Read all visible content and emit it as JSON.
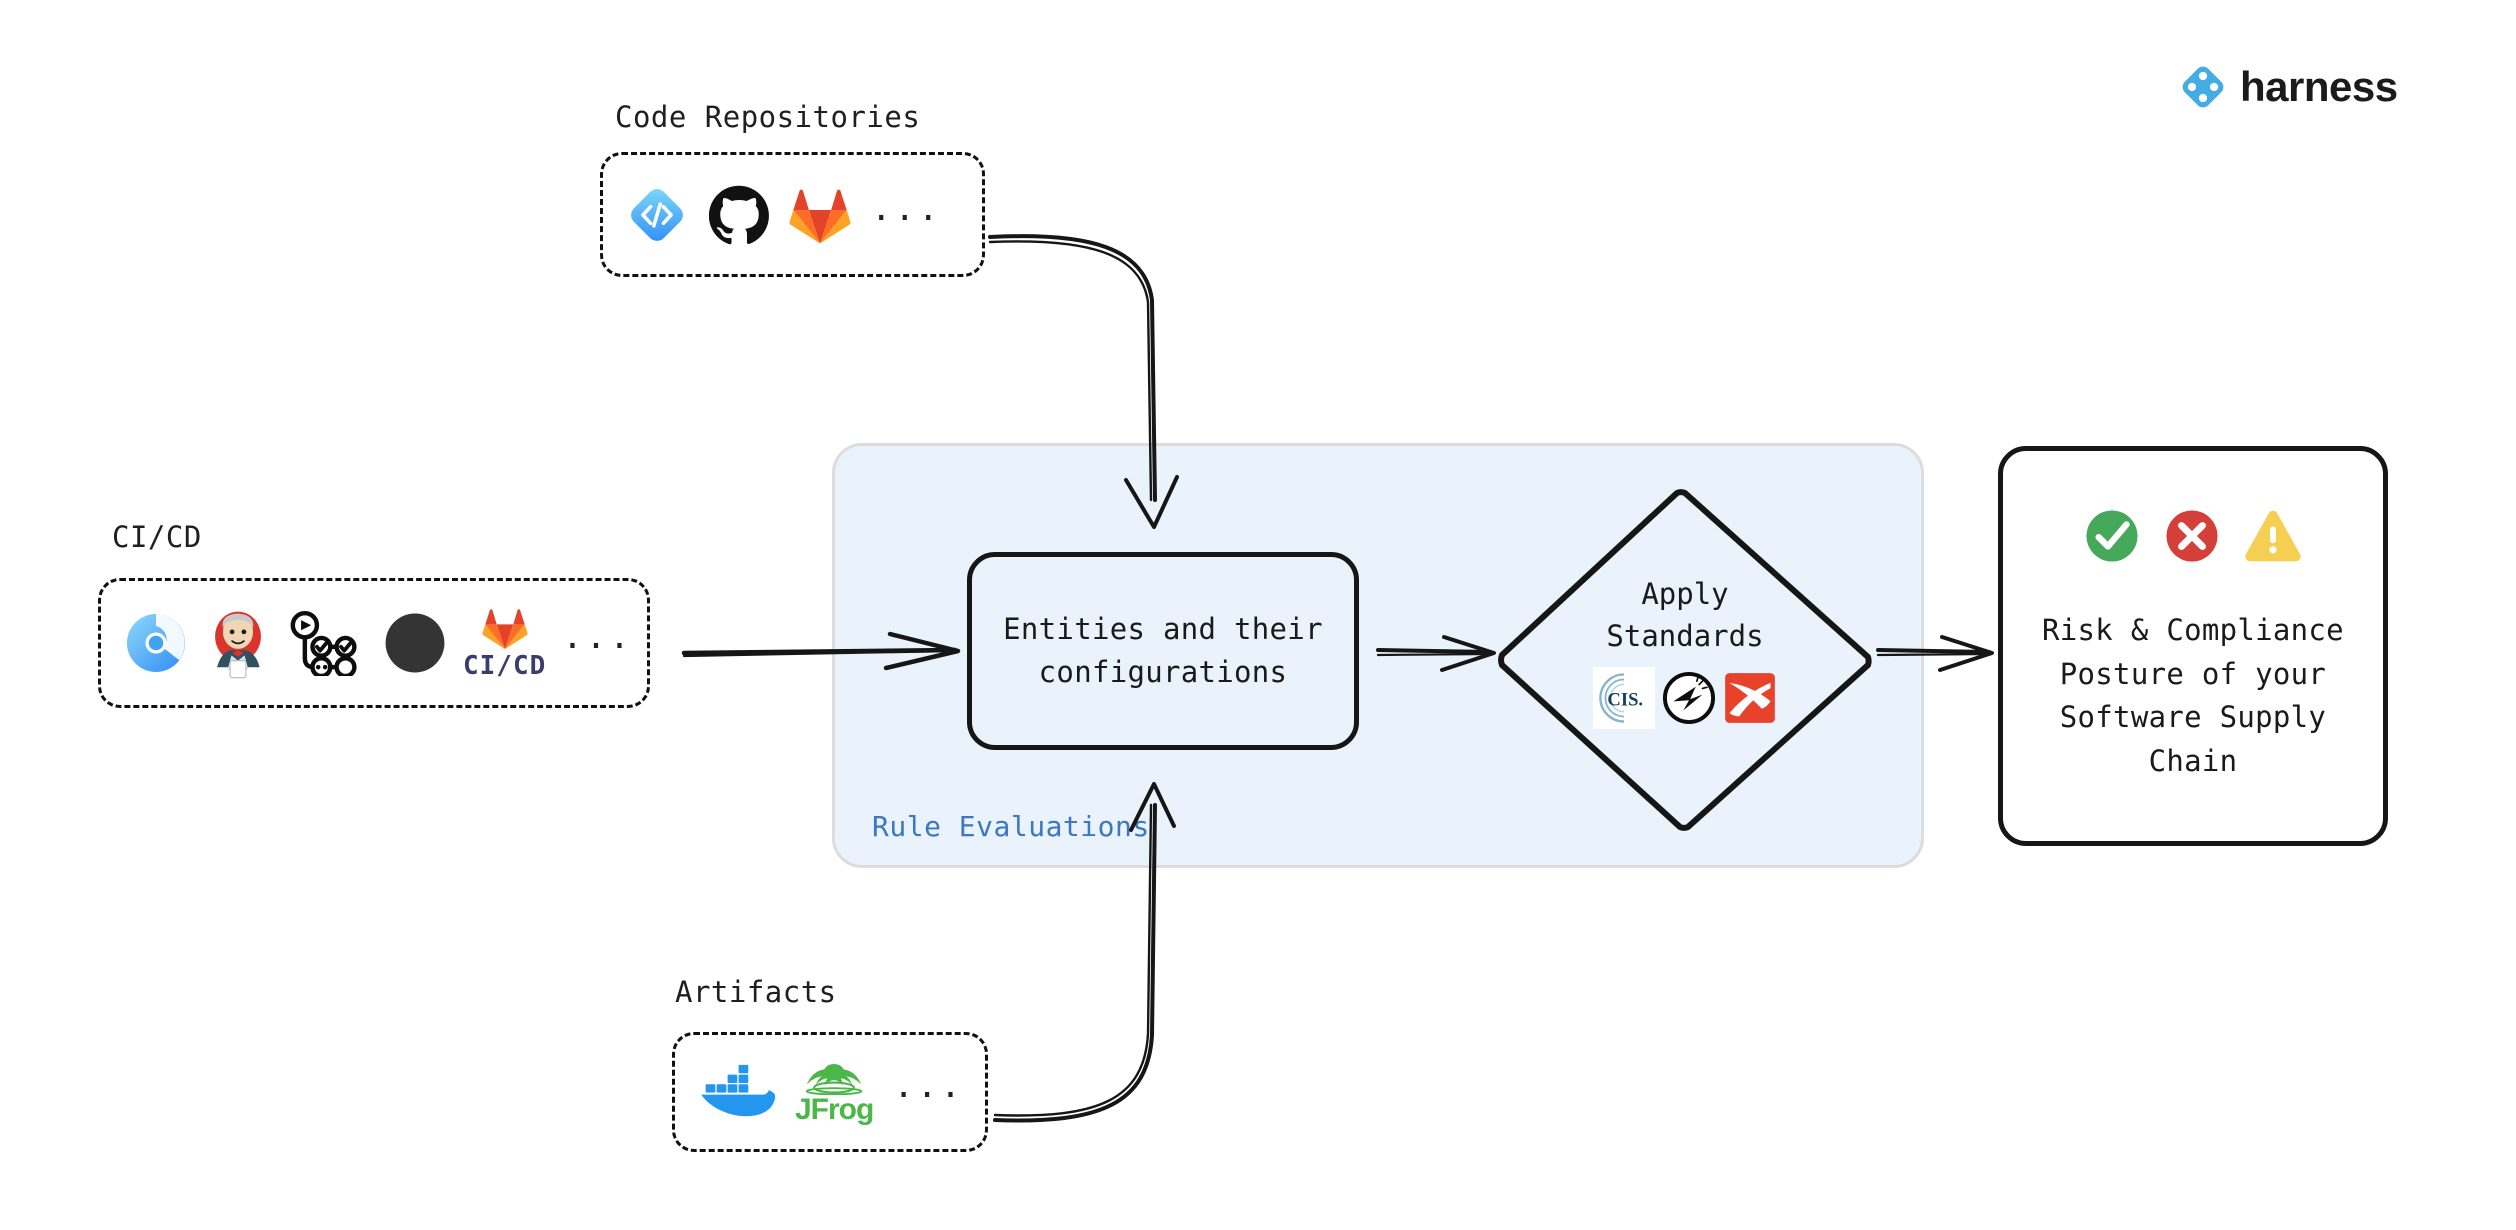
{
  "brand": {
    "name": "harness",
    "logo_icon": "harness-diamond-logo-icon",
    "color": "#42ace3"
  },
  "groups": [
    {
      "id": "code-repositories",
      "label": "Code Repositories",
      "more_indicator": "...",
      "tools": [
        {
          "name": "harness-code-icon",
          "label": "Harness Code"
        },
        {
          "name": "github-icon",
          "label": "GitHub"
        },
        {
          "name": "gitlab-icon",
          "label": "GitLab"
        }
      ]
    },
    {
      "id": "ci-cd",
      "label": "CI/CD",
      "more_indicator": "...",
      "tools": [
        {
          "name": "harness-ci-icon",
          "label": "Harness CI"
        },
        {
          "name": "jenkins-icon",
          "label": "Jenkins"
        },
        {
          "name": "github-actions-icon",
          "label": "GitHub Actions"
        },
        {
          "name": "circleci-icon",
          "label": "CircleCI"
        },
        {
          "name": "gitlab-cicd-icon",
          "label": "GitLab CI/CD",
          "text": "CI/CD"
        }
      ]
    },
    {
      "id": "artifacts",
      "label": "Artifacts",
      "more_indicator": "...",
      "tools": [
        {
          "name": "docker-icon",
          "label": "Docker"
        },
        {
          "name": "jfrog-icon",
          "label": "JFrog",
          "text": "JFrog"
        }
      ]
    }
  ],
  "rule_panel": {
    "label": "Rule Evaluations",
    "label_color": "#3b77c2",
    "background": "#eaf3fc",
    "border_color": "#dcdcdc"
  },
  "entities_node": {
    "text": "Entities and their\nconfigurations"
  },
  "standards_node": {
    "text": "Apply\nStandards",
    "standards": [
      {
        "name": "cis-icon",
        "label": "CIS",
        "text": "CIS."
      },
      {
        "name": "slsa-icon",
        "label": "SLSA"
      },
      {
        "name": "owasp-icon",
        "label": "OWASP"
      }
    ]
  },
  "result_node": {
    "text": "Risk & Compliance\nPosture of your\nSoftware Supply\nChain",
    "statuses": [
      {
        "name": "success-check-icon",
        "label": "Pass",
        "color": "#45a85a"
      },
      {
        "name": "error-cross-icon",
        "label": "Fail",
        "color": "#d43f3a"
      },
      {
        "name": "warning-triangle-icon",
        "label": "Warning",
        "color": "#f5cf52"
      }
    ]
  },
  "connectors": [
    {
      "name": "code-repos-to-entities-arrow",
      "from": "code-repositories",
      "to": "entities"
    },
    {
      "name": "cicd-to-entities-arrow",
      "from": "ci-cd",
      "to": "entities"
    },
    {
      "name": "artifacts-to-entities-arrow",
      "from": "artifacts",
      "to": "entities"
    },
    {
      "name": "entities-to-standards-arrow",
      "from": "entities",
      "to": "standards"
    },
    {
      "name": "standards-to-result-arrow",
      "from": "standards",
      "to": "result"
    }
  ]
}
